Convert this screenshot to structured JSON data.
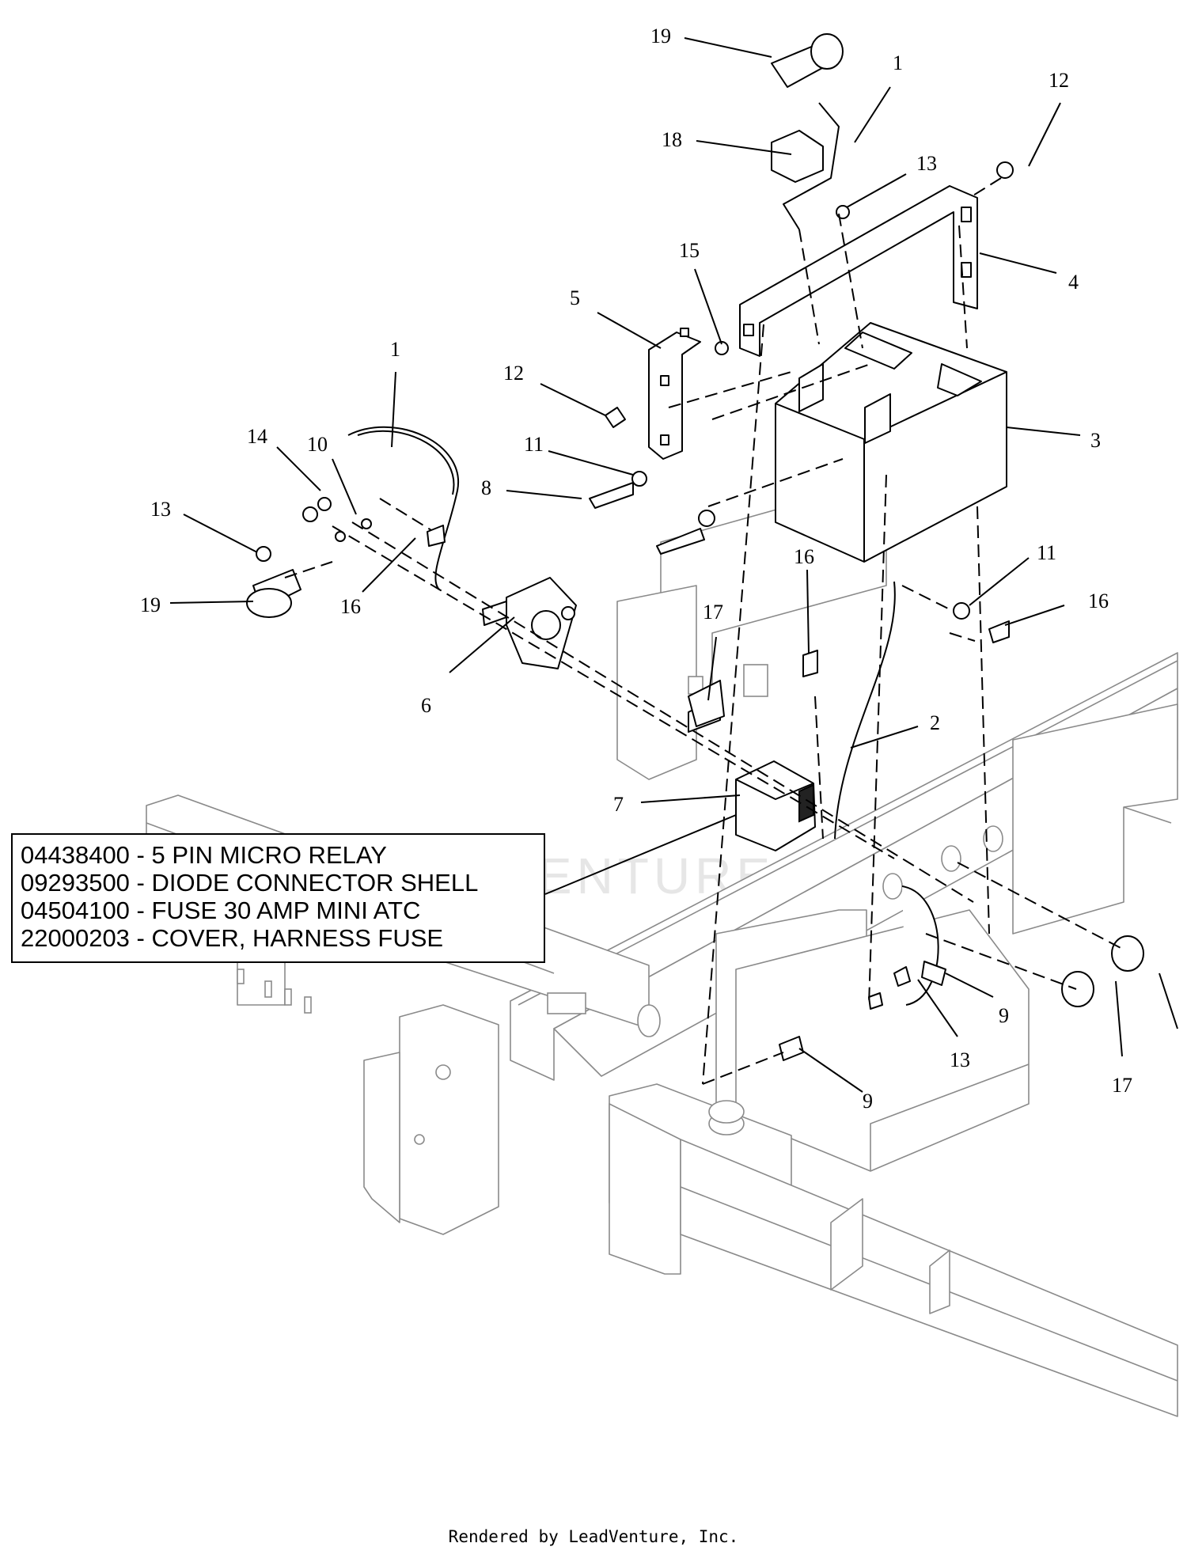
{
  "callouts": [
    {
      "id": "c19a",
      "label": "19"
    },
    {
      "id": "c1a",
      "label": "1"
    },
    {
      "id": "c12a",
      "label": "12"
    },
    {
      "id": "c18",
      "label": "18"
    },
    {
      "id": "c13a",
      "label": "13"
    },
    {
      "id": "c4",
      "label": "4"
    },
    {
      "id": "c15",
      "label": "15"
    },
    {
      "id": "c5",
      "label": "5"
    },
    {
      "id": "c1b",
      "label": "1"
    },
    {
      "id": "c12b",
      "label": "12"
    },
    {
      "id": "c3",
      "label": "3"
    },
    {
      "id": "c14",
      "label": "14"
    },
    {
      "id": "c10",
      "label": "10"
    },
    {
      "id": "c11a",
      "label": "11"
    },
    {
      "id": "c8",
      "label": "8"
    },
    {
      "id": "c13b",
      "label": "13"
    },
    {
      "id": "c16a",
      "label": "16"
    },
    {
      "id": "c11b",
      "label": "11"
    },
    {
      "id": "c16b",
      "label": "16"
    },
    {
      "id": "c19b",
      "label": "19"
    },
    {
      "id": "c16c",
      "label": "16"
    },
    {
      "id": "c17a",
      "label": "17"
    },
    {
      "id": "c6",
      "label": "6"
    },
    {
      "id": "c2",
      "label": "2"
    },
    {
      "id": "c7",
      "label": "7"
    },
    {
      "id": "c9a",
      "label": "9"
    },
    {
      "id": "c13c",
      "label": "13"
    },
    {
      "id": "c9b",
      "label": "9"
    },
    {
      "id": "c17b",
      "label": "17"
    }
  ],
  "notes": [
    "04438400 - 5 PIN MICRO RELAY",
    "09293500 - DIODE CONNECTOR SHELL",
    "04504100 - FUSE 30 AMP MINI ATC",
    "22000203 - COVER, HARNESS FUSE"
  ],
  "watermark": "LEADVENTURE",
  "footer": "Rendered by LeadVenture, Inc."
}
